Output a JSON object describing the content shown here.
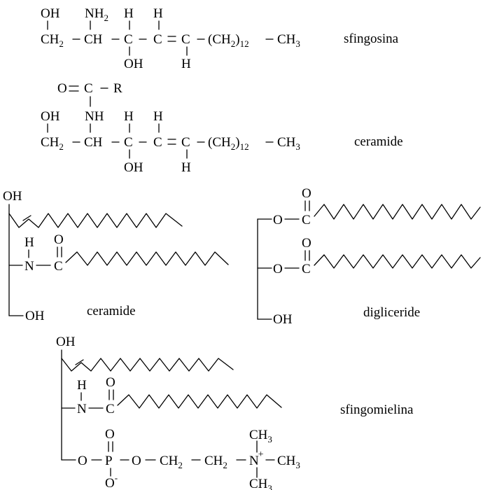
{
  "labels": {
    "sfingosina": "sfingosina",
    "ceramide_top": "ceramide",
    "ceramide_bottom": "ceramide",
    "digliceride": "digliceride",
    "sfingomielina": "sfingomielina"
  },
  "formula_sphingosine": {
    "top_oh": "OH",
    "top_nh": "NH",
    "sub_2": "2",
    "top_h1": "H",
    "top_h2": "H",
    "main_ch2": "CH",
    "main_ch": "CH",
    "main_c1": "C",
    "main_c2": "C",
    "main_c3": "C",
    "main_chain": "(CH",
    "sub_12": "12",
    "ch3": "CH",
    "sub_3": "3",
    "bottom_oh": "OH",
    "bottom_h": "H"
  },
  "formula_ceramide": {
    "acyl_o": "O",
    "acyl_c": "C",
    "acyl_r": "R",
    "top_oh": "OH",
    "top_nh": "NH",
    "top_h1": "H",
    "top_h2": "H",
    "main_ch2": "CH",
    "sub_2": "2",
    "main_ch": "CH",
    "main_c1": "C",
    "main_c2": "C",
    "main_c3": "C",
    "main_chain": "(CH",
    "sub_12": "12",
    "ch3": "CH",
    "sub_3": "3",
    "bottom_oh": "OH",
    "bottom_h": "H"
  },
  "skeletal_ceramide": {
    "oh_top": "OH",
    "h": "H",
    "n": "N",
    "o": "O",
    "c": "C",
    "oh_bottom": "OH"
  },
  "skeletal_digliceride": {
    "o1": "O",
    "c1": "C",
    "o1_carbonyl": "O",
    "o2": "O",
    "c2": "C",
    "o2_carbonyl": "O",
    "oh_bottom": "OH"
  },
  "skeletal_sphingomyelin": {
    "oh_top": "OH",
    "h": "H",
    "n": "N",
    "o": "O",
    "c": "C",
    "o_link1": "O",
    "p": "P",
    "o_double": "O",
    "o_minus": "O",
    "minus": "-",
    "o_link2": "O",
    "ch2_a": "CH",
    "sub_2a": "2",
    "ch2_b": "CH",
    "sub_2b": "2",
    "n_plus": "N",
    "plus": "+",
    "ch3_top": "CH",
    "sub_3top": "3",
    "ch3_right": "CH",
    "sub_3right": "3",
    "ch3_bottom": "CH",
    "sub_3bottom": "3"
  }
}
